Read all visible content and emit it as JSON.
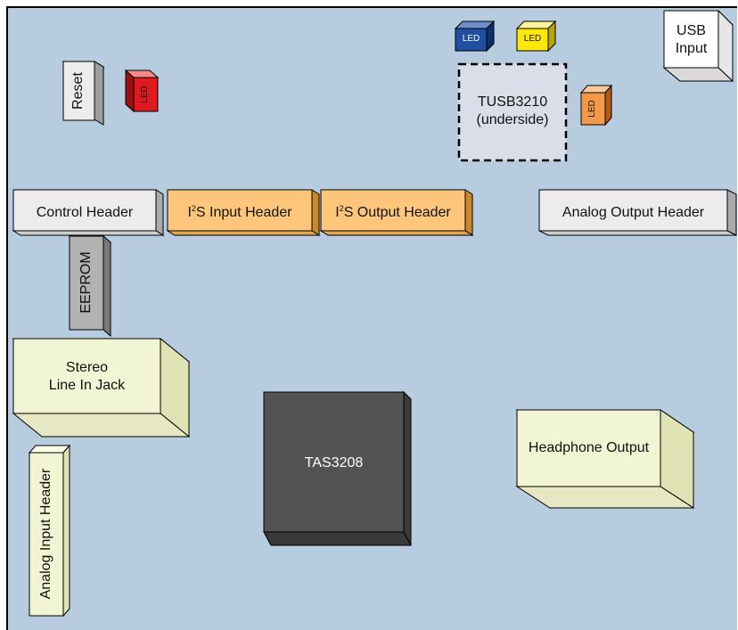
{
  "board": {
    "color": "#b7cddf"
  },
  "components": {
    "led_blue": {
      "label": "LED",
      "color": "#1f4fa0"
    },
    "led_yellow": {
      "label": "LED",
      "color": "#ffe70a"
    },
    "led_red": {
      "label": "LED",
      "color": "#e0191e"
    },
    "led_orange": {
      "label": "LED",
      "color": "#f39a4a"
    },
    "usb_input": {
      "line1": "USB",
      "line2": "Input"
    },
    "reset": {
      "label": "Reset"
    },
    "tusb3210": {
      "line1": "TUSB3210",
      "line2": "(underside)"
    },
    "control_header": {
      "label": "Control Header"
    },
    "i2s_input_header": {
      "label_pre": "I",
      "label_sup": "2",
      "label_post": "S Input Header",
      "color": "#fdc67a"
    },
    "i2s_output_header": {
      "label_pre": "I",
      "label_sup": "2",
      "label_post": "S Output Header",
      "color": "#fdc67a"
    },
    "analog_output_header": {
      "label": "Analog Output Header"
    },
    "eeprom": {
      "label": "EEPROM",
      "color": "#b2b2b2"
    },
    "stereo_line_in": {
      "line1": "Stereo",
      "line2": "Line In Jack",
      "color": "#f2f5d3"
    },
    "tas3208": {
      "label": "TAS3208",
      "color": "#535353"
    },
    "headphone_output": {
      "label": "Headphone Output",
      "color": "#f2f5d3"
    },
    "analog_input_header": {
      "label": "Analog Input Header",
      "color": "#f2f5d3"
    }
  }
}
